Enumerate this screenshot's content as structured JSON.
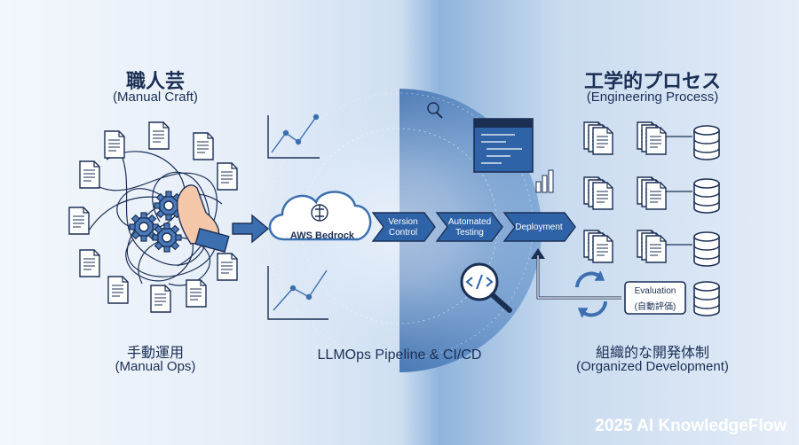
{
  "left": {
    "title": "職人芸",
    "subtitle": "(Manual Craft)",
    "bottom_title": "手動運用",
    "bottom_subtitle": "(Manual Ops)"
  },
  "center": {
    "cloud_label": "AWS Bedrock",
    "pipeline": [
      {
        "line1": "Version",
        "line2": "Control"
      },
      {
        "line1": "Automated",
        "line2": "Testing"
      },
      {
        "line1": "Deployment",
        "line2": ""
      }
    ],
    "caption": "LLMOps Pipeline & CI/CD"
  },
  "right": {
    "title": "工学的プロセス",
    "subtitle": "(Engineering Process)",
    "evaluation_label": "Evaluation",
    "evaluation_sub": "(自動評価)",
    "bottom_title": "組織的な開発体制",
    "bottom_subtitle": "(Organized Development)"
  },
  "footer": "2025 AI KnowledgeFlow",
  "colors": {
    "navy": "#1b2f55",
    "accent_blue": "#3c6fb0",
    "pipeline_fill": "#2f63a8",
    "background_light": "#f3f7fc"
  },
  "icons": [
    "document-icon",
    "gear-icon",
    "hand-icon",
    "cloud-icon",
    "brain-icon",
    "magnifier-icon",
    "code-window-icon",
    "database-icon",
    "refresh-icon",
    "arrow-icon"
  ]
}
